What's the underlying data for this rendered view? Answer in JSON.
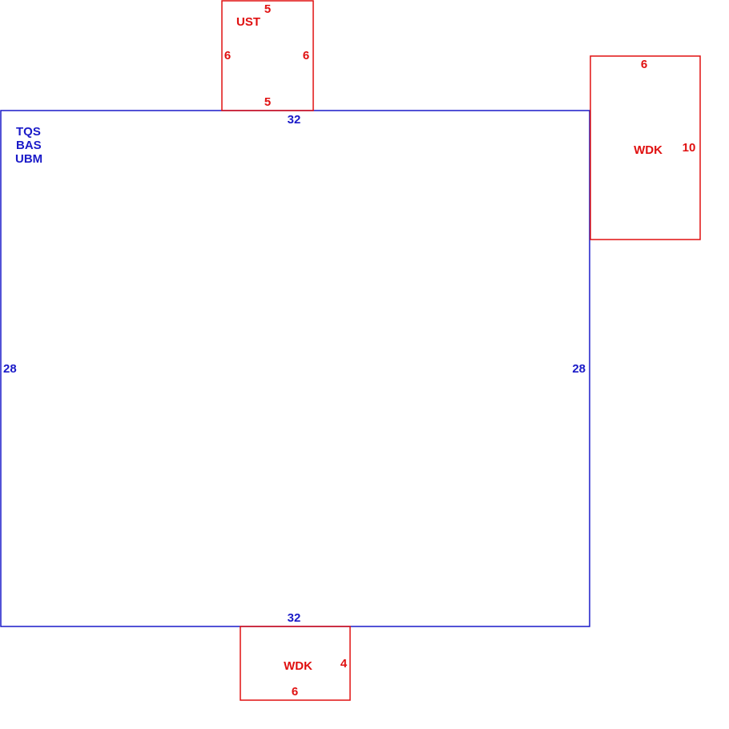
{
  "colors": {
    "main": "#1a1ac8",
    "sub": "#e01010",
    "background": "#ffffff"
  },
  "main_area": {
    "labels": [
      "TQS",
      "BAS",
      "UBM"
    ],
    "top": "32",
    "bottom": "32",
    "left": "28",
    "right": "28"
  },
  "ust": {
    "label": "UST",
    "top": "5",
    "bottom": "5",
    "left": "6",
    "right": "6"
  },
  "wdk_right": {
    "label": "WDK",
    "top": "6",
    "right": "10"
  },
  "wdk_bottom": {
    "label": "WDK",
    "right": "4",
    "bottom": "6"
  }
}
